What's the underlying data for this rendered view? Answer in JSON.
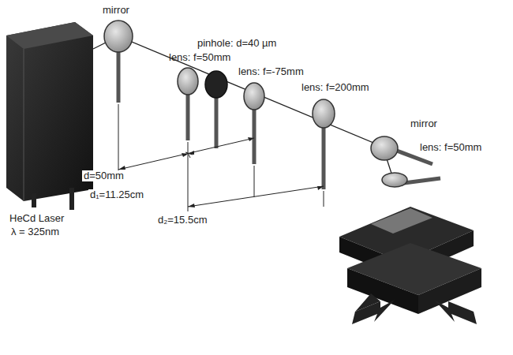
{
  "diagram": {
    "labels": [
      "mirror",
      "lens: f=50mm",
      "pinhole: d=40 µm",
      "lens: f=-75mm",
      "lens: f=200mm",
      "mirror",
      "lens: f=50mm",
      "HeCd Laser",
      "λ = 325nm",
      "d=50mm",
      "d₁=11.25cm",
      "d₂=15.5cm"
    ]
  }
}
